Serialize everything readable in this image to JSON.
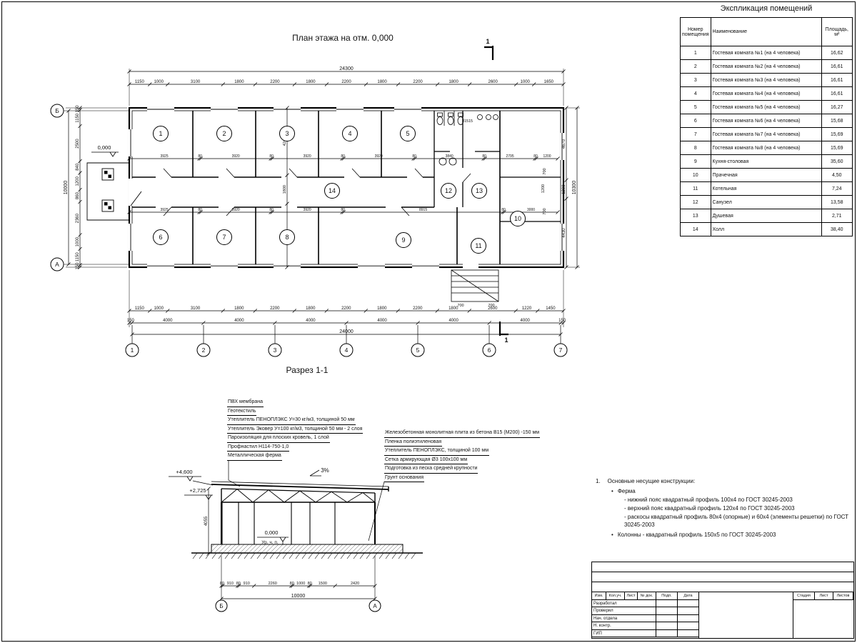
{
  "sheet": {
    "plan_title": "План этажа на отм. 0,000",
    "section_title": "Разрез 1-1"
  },
  "table": {
    "title": "Экспликация помещений",
    "headers": {
      "num": "Номер помещения",
      "name": "Наименование",
      "area": "Площадь, м²"
    },
    "rows": [
      {
        "num": "1",
        "name": "Гостевая комната №1 (на 4 человека)",
        "area": "16,62"
      },
      {
        "num": "2",
        "name": "Гостевая комната №2 (на 4 человека)",
        "area": "16,61"
      },
      {
        "num": "3",
        "name": "Гостевая комната №3 (на 4 человека)",
        "area": "16,61"
      },
      {
        "num": "4",
        "name": "Гостевая комната №4 (на 4 человека)",
        "area": "16,61"
      },
      {
        "num": "5",
        "name": "Гостевая комната №5 (на 4 человека)",
        "area": "16,27"
      },
      {
        "num": "6",
        "name": "Гостевая комната №6 (на 4 человека)",
        "area": "15,68"
      },
      {
        "num": "7",
        "name": "Гостевая комната №7 (на 4 человека)",
        "area": "15,69"
      },
      {
        "num": "8",
        "name": "Гостевая комната №8 (на 4 человека)",
        "area": "15,69"
      },
      {
        "num": "9",
        "name": "Кухня-столовая",
        "area": "35,60"
      },
      {
        "num": "10",
        "name": "Прачечная",
        "area": "4,50"
      },
      {
        "num": "11",
        "name": "Котельная",
        "area": "7,24"
      },
      {
        "num": "12",
        "name": "Санузел",
        "area": "13,58"
      },
      {
        "num": "13",
        "name": "Душевая",
        "area": "2,71"
      },
      {
        "num": "14",
        "name": "Холл",
        "area": "38,40"
      }
    ]
  },
  "plan": {
    "axes_cols": [
      "1",
      "2",
      "3",
      "4",
      "5",
      "6",
      "7"
    ],
    "axis_row_top": "Б",
    "axis_row_bottom": "А",
    "rooms": [
      "1",
      "2",
      "3",
      "4",
      "5",
      "6",
      "7",
      "8",
      "9",
      "10",
      "11",
      "12",
      "13",
      "14"
    ],
    "elevation_mark": "0,000",
    "section_cut_label": "1",
    "dims": {
      "top_total": [
        "24300"
      ],
      "top_chain": [
        "1150",
        "1000",
        "3100",
        "1800",
        "2200",
        "1800",
        "2200",
        "1800",
        "2200",
        "1800",
        "2600",
        "1000",
        "1650"
      ],
      "interior_top": [
        "3925",
        "80",
        "3920",
        "80",
        "3920",
        "80",
        "3920",
        "80",
        "3840",
        "80",
        "2795",
        "80",
        "1200"
      ],
      "interior_bottom": [
        "3925",
        "80",
        "3920",
        "80",
        "3920",
        "80",
        "8915",
        "80",
        "3000"
      ],
      "interior_vert": [
        "4240",
        "1800",
        "4000"
      ],
      "interior_right": "1200",
      "wc_dim": "1515",
      "right_700_a": "700",
      "right_700_b": "700",
      "stair_700_a": "700",
      "stair_700_b": "700",
      "bottom_chain": [
        "1150",
        "1000",
        "3100",
        "1800",
        "2200",
        "1800",
        "2200",
        "1800",
        "2200",
        "1800",
        "2600",
        "1220",
        "1450"
      ],
      "bottom_axes": [
        "150",
        "4000",
        "4000",
        "4000",
        "4000",
        "4000",
        "4000",
        "150"
      ],
      "bottom_total": [
        "24000"
      ],
      "left_chain": [
        "150",
        "1150",
        "2500",
        "840",
        "1200",
        "860",
        "2360",
        "1000",
        "1150",
        "150"
      ],
      "left_total": [
        "10000"
      ],
      "right_chain": [
        "4670",
        "1200",
        "4430"
      ],
      "right_total": [
        "10300"
      ]
    }
  },
  "section": {
    "axes": [
      "Б",
      "А"
    ],
    "callouts_left": [
      "ПВХ мембрана",
      "Геотекстиль",
      "Утеплитель ПЕНОПЛЭКС У=30 кг/м3, толщиной 50 мм",
      "Утеплитель Эковер У=100 кг/м3, толщиной 50 мм - 2 слоя",
      "Пароизоляция для плоских кровель, 1 слой",
      "Профнастил Н114-750-1,0",
      "Металлическая ферма"
    ],
    "callouts_right": [
      "Железобетонная монолитная плита из бетона В15 (М200) -150 мм",
      "Пленка полиэтиленовая",
      "Утеплитель ПЕНОПЛЭКС, толщиной 100 мм",
      "Сетка армирующая Ø3 100х100 мм",
      "Подготовка из песка средней крупности",
      "Грунт основания"
    ],
    "elev_top": "+4,600",
    "elev_truss": "+2,725",
    "elev_floor": "0,000",
    "floor_label": "Ур. ч. п.",
    "slope": "3%",
    "dims_bottom": [
      "80",
      "910",
      "80",
      "910",
      "2260",
      "80",
      "1000",
      "80",
      "1500",
      "2420"
    ],
    "dim_total": [
      "10000"
    ],
    "dim_height": [
      "4055"
    ]
  },
  "notes": {
    "num": "1.",
    "title": "Основные несущие конструкции:",
    "items": [
      {
        "label": "Ферма",
        "subitems": [
          "- нижний пояс квадратный профиль 100х4 по ГОСТ 30245-2003",
          "- верхний пояс квадратный профиль 120х4 по ГОСТ 30245-2003",
          "- раскосы квадратный профиль 80х4 (опорные) и 60х4 (элементы решетки) по ГОСТ 30245-2003"
        ]
      },
      {
        "label": "Колонны - квадратный профиль 150х5 по ГОСТ 30245-2003",
        "subitems": []
      }
    ]
  },
  "titleblock": {
    "cols": [
      "Изм.",
      "Кол.уч.",
      "Лист",
      "№ док.",
      "Подп.",
      "Дата"
    ],
    "roles": [
      "Разработал",
      "Проверил",
      "Нач. отдела",
      "Н. контр.",
      "ГИП"
    ],
    "stage": "Стадия",
    "sheet": "Лист",
    "sheets": "Листов"
  }
}
